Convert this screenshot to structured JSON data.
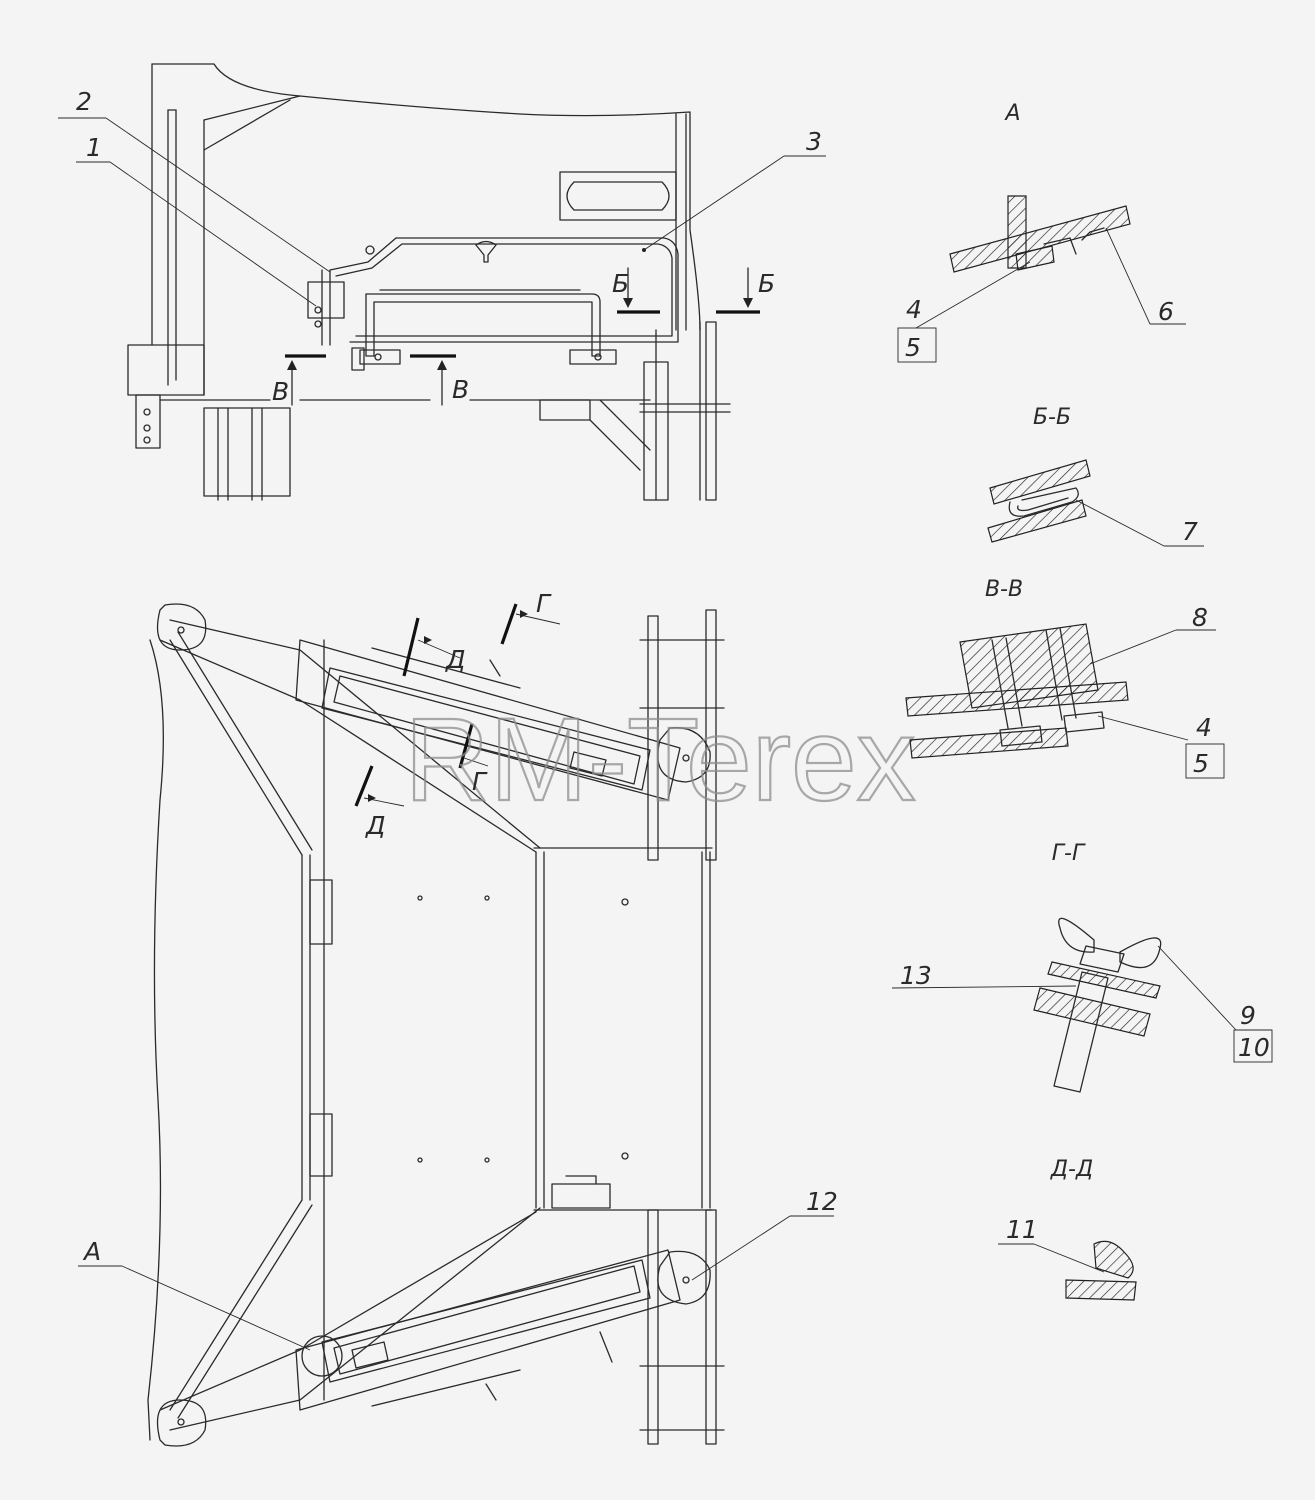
{
  "watermark": "RM-Terex",
  "view_titles": {
    "a": "А",
    "b_b": "Б-Б",
    "v_v": "В-В",
    "g_g": "Г-Г",
    "d_d": "Д-Д"
  },
  "section_marks": {
    "b": "Б",
    "v": "В",
    "g": "Г",
    "d": "Д"
  },
  "callouts": {
    "c1": "1",
    "c2": "2",
    "c3": "3",
    "c4": "4",
    "c5": "5",
    "c6": "6",
    "c7": "7",
    "c8": "8",
    "c9": "9",
    "c10": "10",
    "c11": "11",
    "c12": "12",
    "c13": "13",
    "cA": "А"
  }
}
